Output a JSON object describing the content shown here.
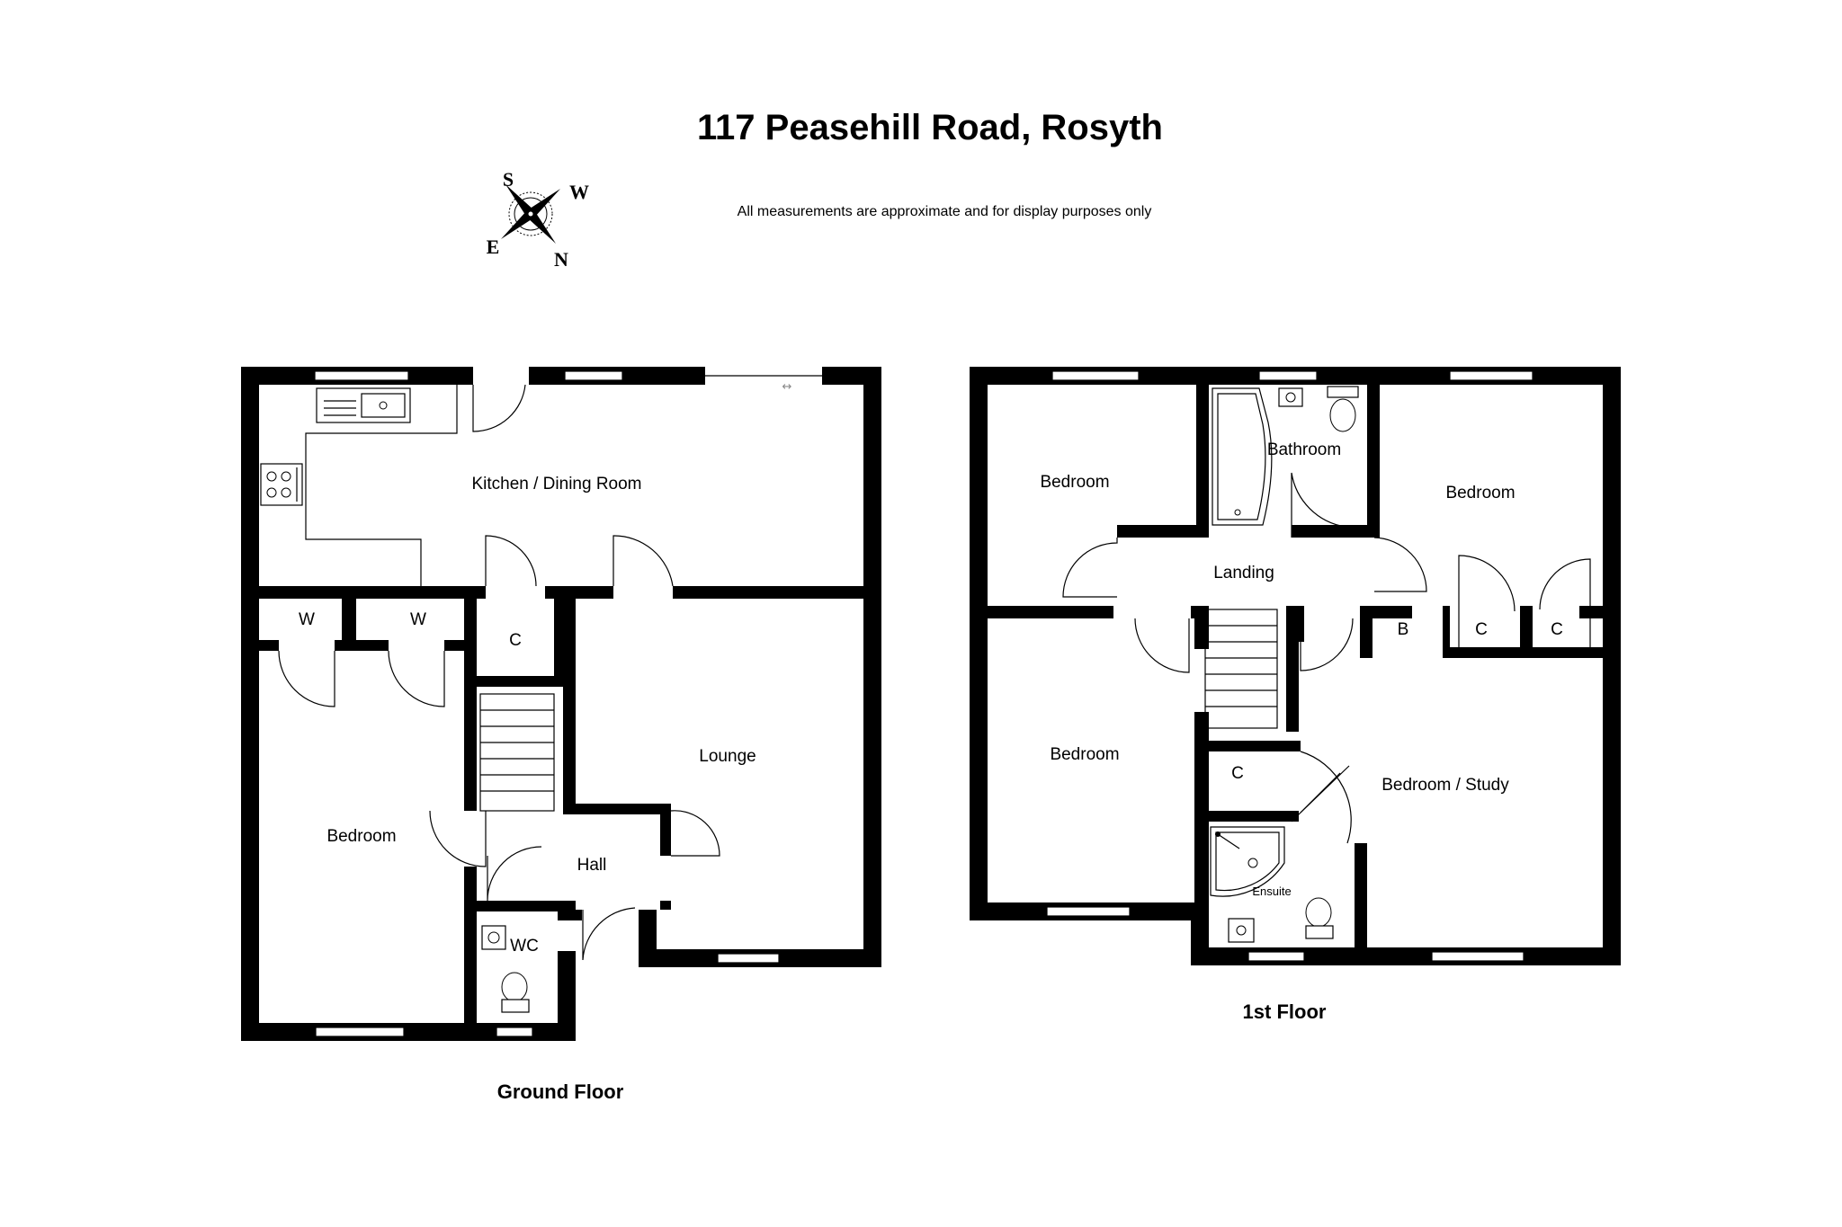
{
  "title": "117 Peasehill Road, Rosyth",
  "disclaimer": "All measurements are approximate and for display purposes only",
  "compass": {
    "s": "S",
    "w": "W",
    "e": "E",
    "n": "N"
  },
  "ground_floor": {
    "label": "Ground Floor",
    "rooms": {
      "kitchen": "Kitchen / Dining Room",
      "wardrobe1": "W",
      "wardrobe2": "W",
      "cupboard": "C",
      "lounge": "Lounge",
      "bedroom": "Bedroom",
      "hall": "Hall",
      "wc": "WC"
    }
  },
  "first_floor": {
    "label": "1st Floor",
    "rooms": {
      "bedroom_nw": "Bedroom",
      "bathroom": "Bathroom",
      "bedroom_ne": "Bedroom",
      "landing": "Landing",
      "boiler": "B",
      "cupboard1": "C",
      "cupboard2": "C",
      "bedroom_sw": "Bedroom",
      "cupboard3": "C",
      "bedroom_study": "Bedroom / Study",
      "ensuite": "Ensuite"
    }
  }
}
